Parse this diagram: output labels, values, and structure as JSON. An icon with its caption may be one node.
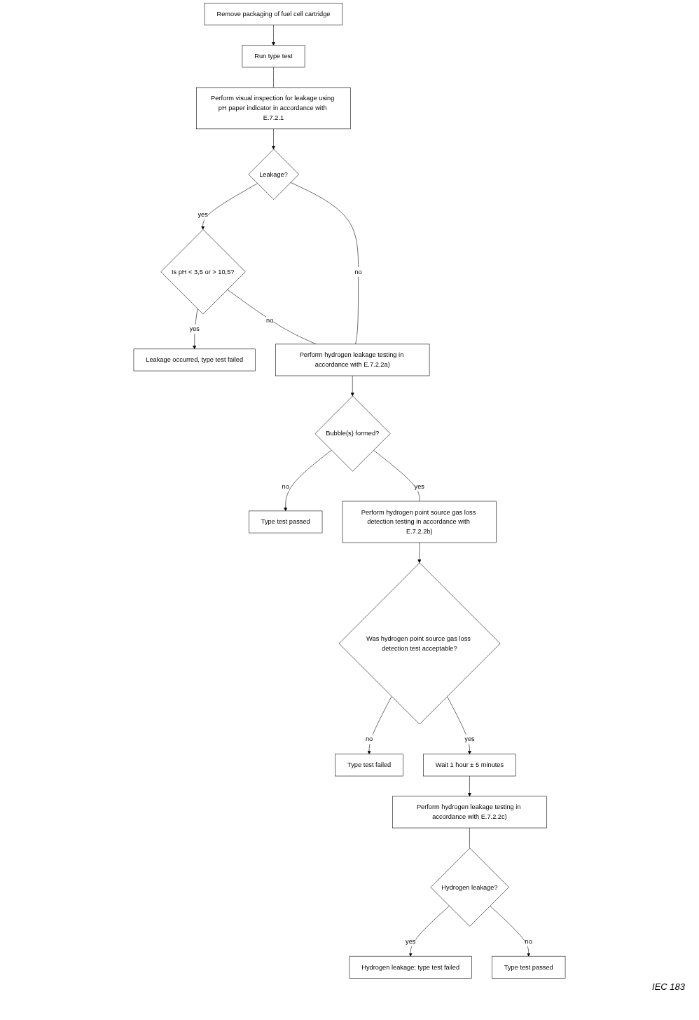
{
  "diagram": {
    "nodes": [
      {
        "text": [
          "Remove packaging of fuel cell cartridge"
        ]
      },
      {
        "text": [
          "Run type test"
        ]
      },
      {
        "text": [
          "Perform visual inspection for leakage using pH paper indicator in accordance with E.7.2.1"
        ]
      },
      {
        "text": [
          "Leakage?"
        ]
      },
      {
        "text": [
          "Is pH < 3,5 or > 10,5?"
        ]
      },
      {
        "text": [
          "Leakage occurred, type test failed"
        ]
      },
      {
        "text": [
          "Perform hydrogen leakage testing in accordance with E.7.2.2a)"
        ]
      },
      {
        "text": [
          "Bubble(s) formed?"
        ]
      },
      {
        "text": [
          "Type test passed"
        ]
      },
      {
        "text": [
          "Perform hydrogen point source gas loss detection testing in accordance with E.7.2.2b)"
        ]
      },
      {
        "text": [
          "Was hydrogen point source gas loss detection test acceptable?"
        ]
      },
      {
        "text": [
          "Type test failed"
        ]
      },
      {
        "text": [
          "Wait 1 hour ± 5 minutes"
        ]
      },
      {
        "text": [
          "Perform hydrogen leakage testing in accordance with E.7.2.2c)"
        ]
      },
      {
        "text": [
          "Hydrogen leakage?"
        ]
      },
      {
        "text": [
          "Hydrogen leakage; type test failed"
        ]
      },
      {
        "text": [
          "Type test passed"
        ]
      }
    ],
    "edges": [
      {
        "from": 0,
        "to": 1,
        "arrow": "to"
      },
      {
        "from": 1,
        "to": 2,
        "arrow": "none"
      },
      {
        "from": 2,
        "to": 3,
        "arrow": "to"
      },
      {
        "from": 3,
        "to": 4,
        "arrow": "to",
        "label": "yes"
      },
      {
        "from": 4,
        "to": 5,
        "arrow": "to",
        "label": "yes"
      },
      {
        "from": 3,
        "to": 6,
        "arrow": "none",
        "label": "no"
      },
      {
        "from": 4,
        "to": 6,
        "arrow": "none",
        "label": "no"
      },
      {
        "from": 6,
        "to": 7,
        "arrow": "to"
      },
      {
        "from": 7,
        "to": 8,
        "arrow": "to",
        "label": "no"
      },
      {
        "from": 7,
        "to": 9,
        "arrow": "none",
        "label": "yes"
      },
      {
        "from": 9,
        "to": 10,
        "arrow": "to"
      },
      {
        "from": 10,
        "to": 11,
        "arrow": "to",
        "label": "no"
      },
      {
        "from": 10,
        "to": 12,
        "arrow": "to",
        "label": "yes"
      },
      {
        "from": 12,
        "to": 13,
        "arrow": "to"
      },
      {
        "from": 13,
        "to": 14,
        "arrow": "none"
      },
      {
        "from": 14,
        "to": 15,
        "arrow": "to",
        "label": "yes"
      },
      {
        "from": 14,
        "to": 16,
        "arrow": "to",
        "label": "no"
      }
    ],
    "labels": [
      "IEC 183"
    ]
  }
}
